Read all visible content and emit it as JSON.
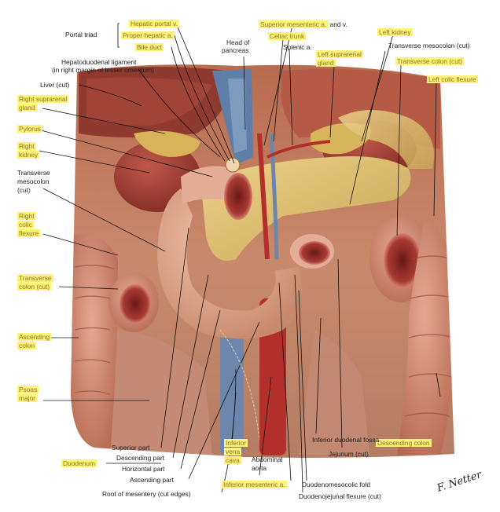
{
  "labels": {
    "portal_triad": "Portal triad",
    "hepatic_portal_v": "Hepatic portal v.",
    "proper_hepatic_a": "Proper hepatic a.",
    "bile_duct": "Bile duct",
    "hepatoduodenal_1": "Hepatoduodenal ligament",
    "hepatoduodenal_2": "(in right margin of lesser omentum)",
    "head_pancreas_1": "Head of",
    "head_pancreas_2": "pancreas",
    "sup_mes_a": "Superior mesenteric a.",
    "and_v": " and v.",
    "celiac_trunk": "Celiac trunk",
    "splenic_a": "Splenic a.",
    "left_kidney": "Left kidney",
    "left_suprarenal_1": "Left suprarenal",
    "left_suprarenal_2": "gland",
    "transverse_mesocolon_cut": "Transverse mesocolon (cut)",
    "transverse_colon_cut_top": "Transverse colon (cut)",
    "left_colic_flexure": "Left colic flexure",
    "liver_cut": "Liver (cut)",
    "right_suprarenal_1": "Right suprarenal",
    "right_suprarenal_2": "gland",
    "pylorus": "Pylorus",
    "right_kidney_1": "Right",
    "right_kidney_2": "kidney",
    "transverse_mesocolon_1": "Transverse",
    "transverse_mesocolon_2": "mesocolon",
    "transverse_mesocolon_3": "(cut)",
    "right_colic_1": "Right",
    "right_colic_2": "colic",
    "right_colic_3": "flexure",
    "transverse_colon_cut_left_1": "Transverse",
    "transverse_colon_cut_left_2": "colon (cut)",
    "ascending_colon_1": "Ascending",
    "ascending_colon_2": "colon",
    "psoas_1": "Psoas",
    "psoas_2": "major",
    "descending_colon": "Descending colon",
    "superior_part": "Superior part",
    "descending_part": "Descending part",
    "horizontal_part": "Horizontal part",
    "ascending_part": "Ascending part",
    "duodenum": "Duodenum",
    "root_mesentery": "Root of mesentery (cut edges)",
    "ivc_1": "Inferior",
    "ivc_2": "vena",
    "ivc_3": "cava",
    "inf_mes_a": "Inferior mesenteric a.",
    "abdominal_aorta_1": "Abdominal",
    "abdominal_aorta_2": "aorta",
    "jejunum_cut": "Jejunum (cut)",
    "inferior_duodenal_fossa": "Inferior duodenal fossa",
    "duodenomesocolic_fold": "Duodenomesocolic fold",
    "duodenojejunal_flexure": "Duodenojejunal flexure (cut)"
  },
  "signature": "F. Netter",
  "colors": {
    "highlight": "#fff27a",
    "highlight_text": "#8a7420",
    "background": "#ffffff"
  }
}
